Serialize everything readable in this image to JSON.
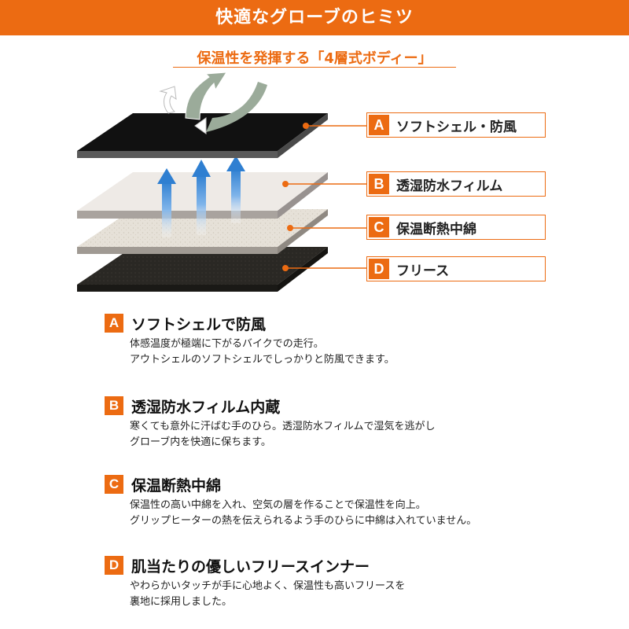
{
  "header": {
    "title": "快適なグローブのヒミツ"
  },
  "subtitle": "保温性を発揮する「4層式ボディー」",
  "layers": [
    {
      "letter": "A",
      "label": "ソフトシェル・防風"
    },
    {
      "letter": "B",
      "label": "透湿防水フィルム"
    },
    {
      "letter": "C",
      "label": "保温断熱中綿"
    },
    {
      "letter": "D",
      "label": "フリース"
    }
  ],
  "sections": [
    {
      "letter": "A",
      "title": "ソフトシェルで防風",
      "lines": [
        "体感温度が極端に下がるバイクでの走行。",
        "アウトシェルのソフトシェルでしっかりと防風できます。"
      ]
    },
    {
      "letter": "B",
      "title": "透湿防水フィルム内蔵",
      "lines": [
        "寒くても意外に汗ばむ手のひら。透湿防水フィルムで湿気を逃がし",
        "グローブ内を快適に保ちます。"
      ]
    },
    {
      "letter": "C",
      "title": "保温断熱中綿",
      "lines": [
        "保温性の高い中綿を入れ、空気の層を作ることで保温性を向上。",
        "グリップヒーターの熱を伝えられるよう手のひらに中綿は入れていません。"
      ]
    },
    {
      "letter": "D",
      "title": "肌当たりの優しいフリースインナー",
      "lines": [
        "やわらかいタッチが手に心地よく、保温性も高いフリースを",
        "裏地に採用しました。"
      ]
    }
  ],
  "colors": {
    "accent": "#ec6b12",
    "shell": "#111111",
    "film": "#eeeae6",
    "batting": "#e6e1d8",
    "fleece": "#2a2824"
  },
  "icons": [
    "airflow-arrow-icon",
    "heat-arrow-icon"
  ]
}
